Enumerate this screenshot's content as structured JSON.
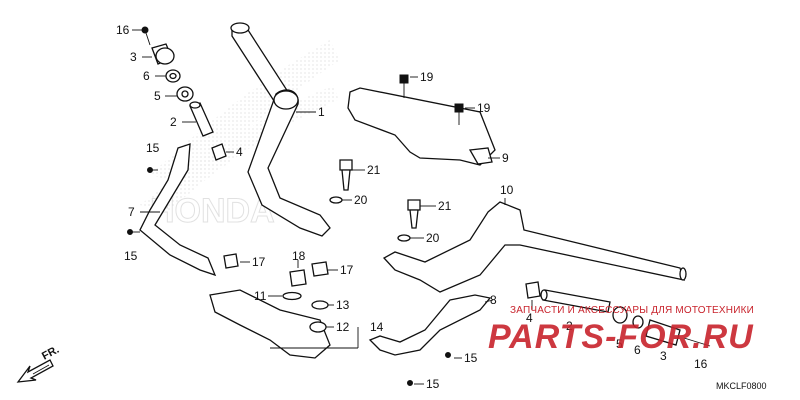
{
  "diagram_code": "MKCLF0800",
  "front_indicator": {
    "label": "FR.",
    "icon": "front-direction-arrow-icon"
  },
  "watermark": {
    "text_ru": "ЗАПЧАСТИ И АКСЕССУАРЫ ДЛЯ МОТОТЕХНИКИ",
    "logo": "PARTS-FOR.RU",
    "color": "#c8232c"
  },
  "background_watermark": "HONDA",
  "callouts": {
    "c1": "1",
    "c2a": "2",
    "c2b": "2",
    "c3a": "3",
    "c3b": "3",
    "c4a": "4",
    "c4b": "4",
    "c5a": "5",
    "c5b": "5",
    "c6a": "6",
    "c6b": "6",
    "c7": "7",
    "c8": "8",
    "c9": "9",
    "c10": "10",
    "c11": "11",
    "c12": "12",
    "c13": "13",
    "c14": "14",
    "c15a": "15",
    "c15b": "15",
    "c15c": "15",
    "c15d": "15",
    "c16a": "16",
    "c16b": "16",
    "c17a": "17",
    "c17b": "17",
    "c18": "18",
    "c19a": "19",
    "c19b": "19",
    "c20a": "20",
    "c20b": "20",
    "c21a": "21",
    "c21b": "21"
  }
}
